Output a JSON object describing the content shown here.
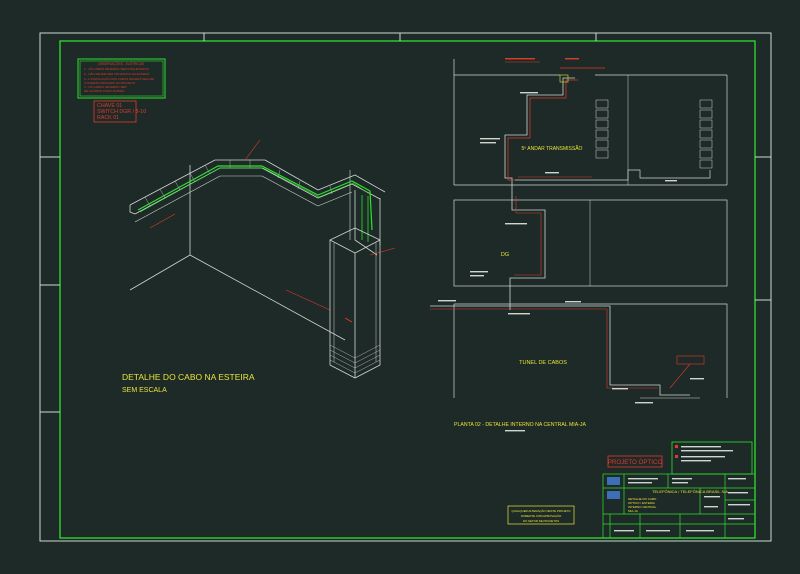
{
  "colors": {
    "background": "#1e2a28",
    "frame": "#cfd6cf",
    "border": "#2fe02f",
    "yellow": "#e8e33a",
    "red": "#e03a2a",
    "white": "#e6ece6",
    "gray": "#8a968f",
    "cyan": "#58c6d8"
  },
  "notes_box": {
    "lines": [
      "OBSERVAÇÕES - ELÉTRICAS",
      "1 - OS CABOS DEVERÃO SER ETIQUETADOS",
      "2 - NÃO DEVEM SER CRUZADOS NA ESTEIRA",
      "3 - A INSTALAÇÃO DOS CABOS DEVERÁ SEGUIR",
      "    O PADRÃO INDICADO NO PROJETO",
      "4 - OS CABOS DEVERÃO SER",
      "    DE ACORDO COM A NORMA"
    ]
  },
  "red_label": {
    "lines": [
      "CHAVE 01",
      "SWITCH DGR / 8-10",
      "RACK 01"
    ]
  },
  "detail": {
    "title": "DETALHE DO CABO NA ESTEIRA",
    "subtitle": "SEM ESCALA"
  },
  "rooms": {
    "room1": "5º ANDAR TRANSMISSÃO",
    "room2": "DG",
    "room3": "TUNEL DE CABOS"
  },
  "plan_caption": "PLANTA 02 - DETALHE INTERNO NA CENTRAL MIA-JA",
  "projeto_label": "PROJETO ÓPTICO",
  "title_block": {
    "company": "TELEFÔNICA / TELEFÔNICA BRASIL S/A",
    "lines": [
      "DETALHE DO CABO",
      "OPTICO / ESTEIRA",
      "INTERNO CENTRAL",
      "MIA-JA"
    ]
  },
  "stamp_lines": [
    "QUALQUER ALTERAÇÃO NESTE PROJETO",
    "SOMENTE COM APROVAÇÃO",
    "DO SETOR DE PROJETOS"
  ]
}
